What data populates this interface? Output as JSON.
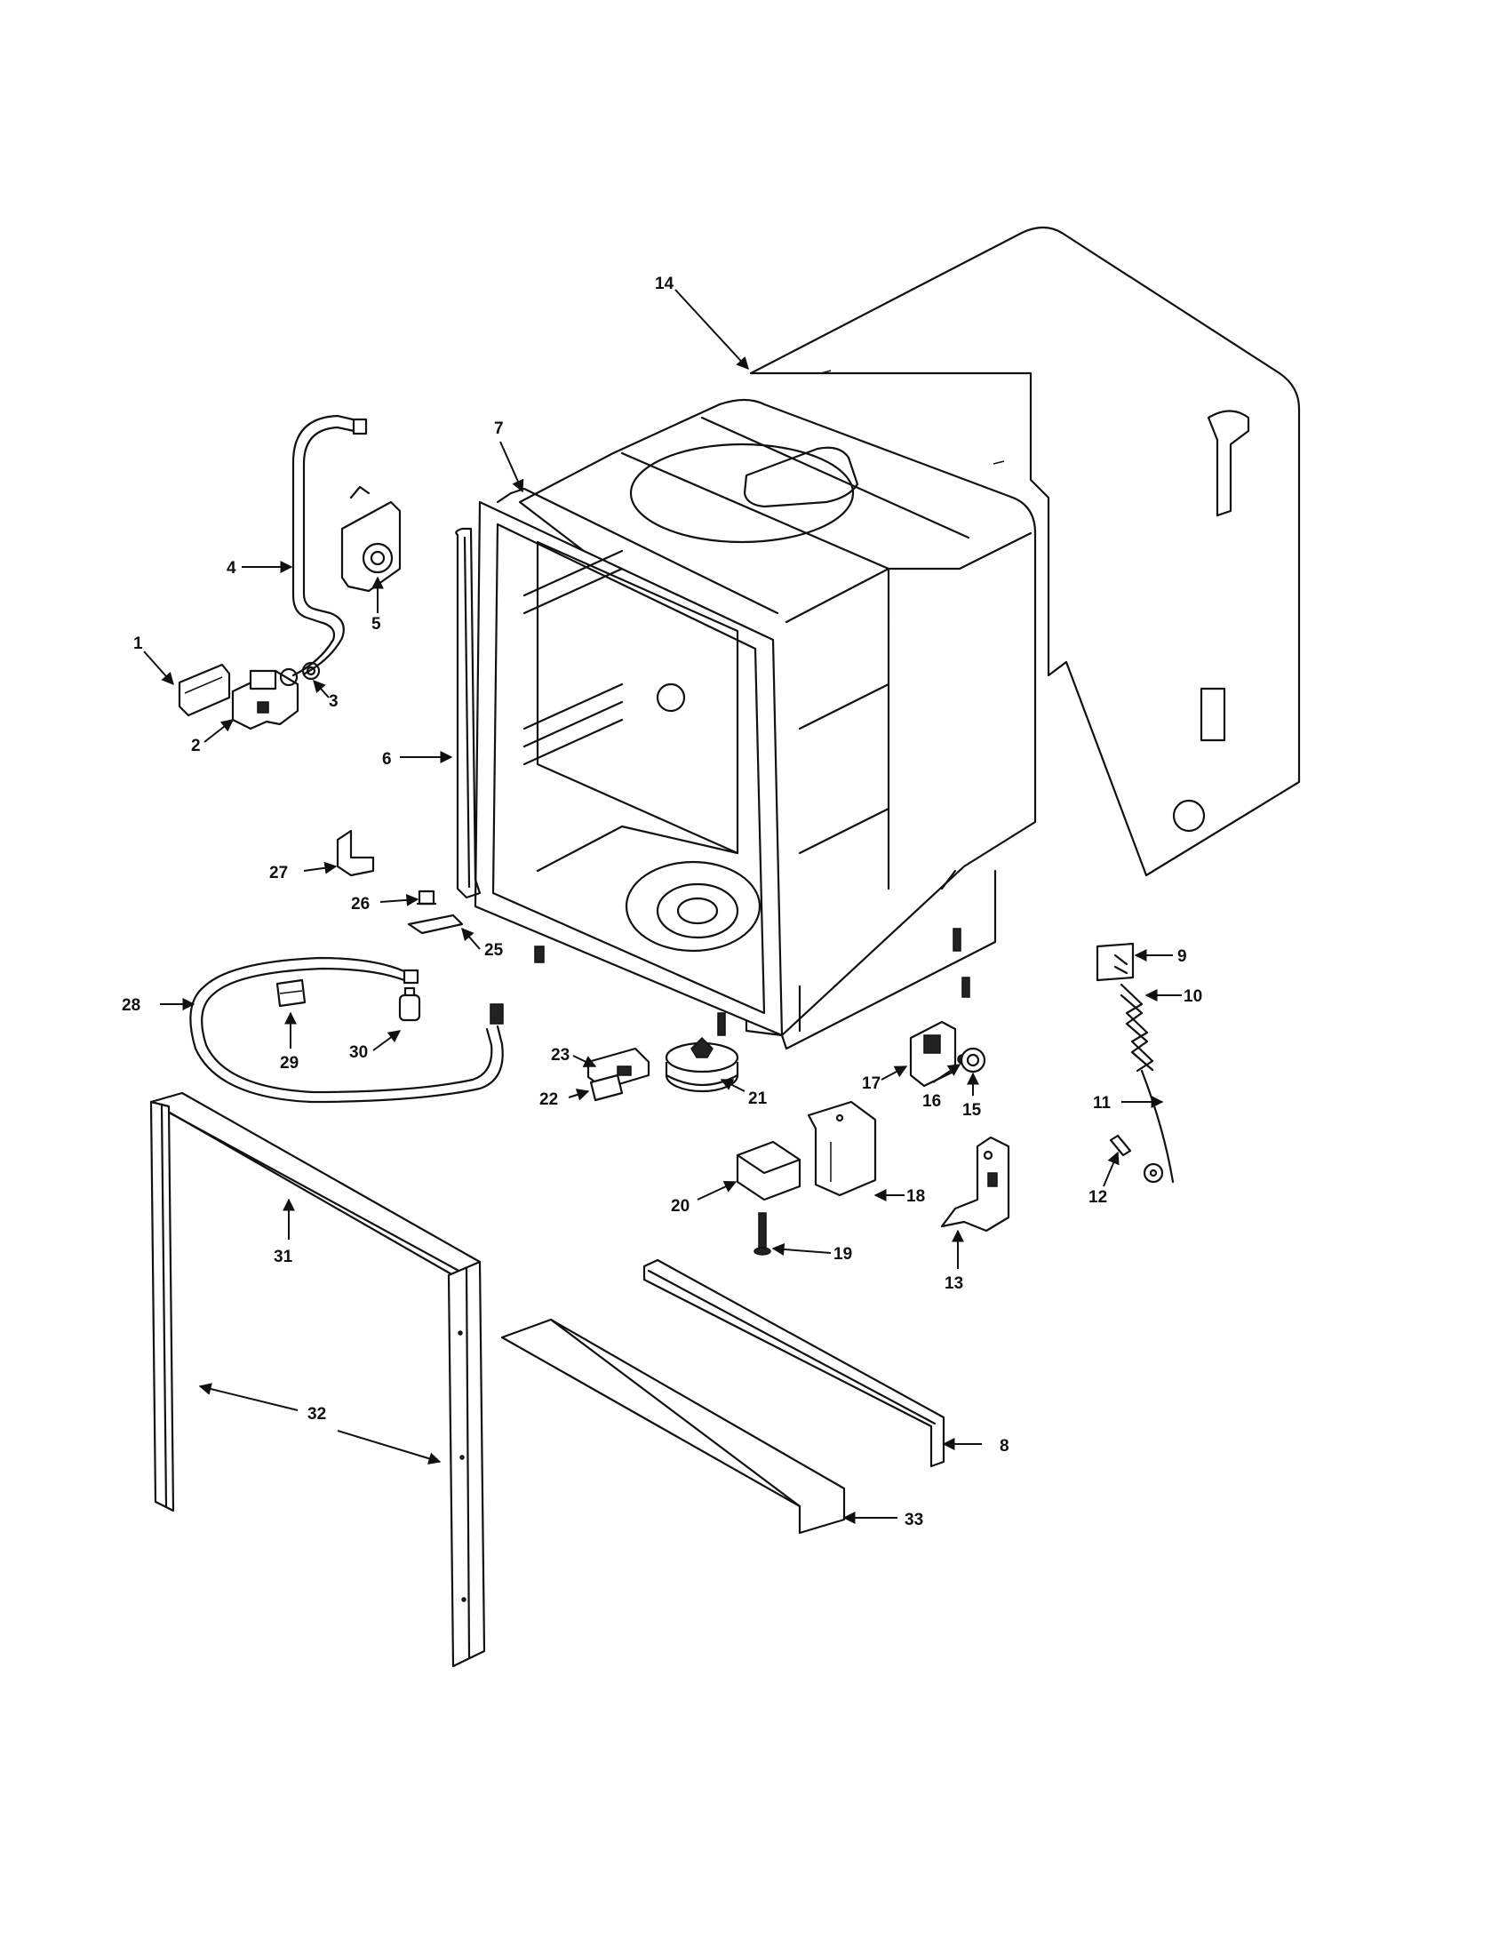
{
  "callouts": {
    "c1": "1",
    "c2": "2",
    "c3": "3",
    "c4": "4",
    "c5": "5",
    "c6": "6",
    "c7": "7",
    "c8": "8",
    "c9": "9",
    "c10": "10",
    "c11": "11",
    "c12": "12",
    "c13": "13",
    "c14": "14",
    "c15": "15",
    "c16": "16",
    "c17": "17",
    "c18": "18",
    "c19": "19",
    "c20": "20",
    "c21": "21",
    "c22": "22",
    "c23": "23",
    "c25": "25",
    "c26": "26",
    "c27": "27",
    "c28": "28",
    "c29": "29",
    "c30": "30",
    "c31": "31",
    "c32": "32",
    "c33": "33"
  }
}
